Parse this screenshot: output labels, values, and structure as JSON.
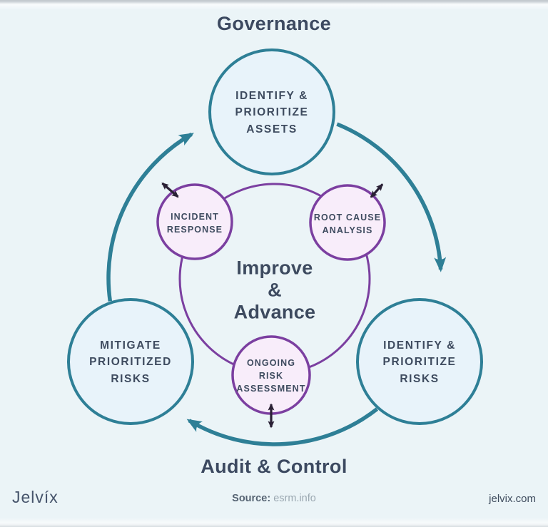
{
  "header": {
    "title": "Governance"
  },
  "bottom_title": "Audit & Control",
  "footer": {
    "logo": "Jelvíx",
    "source_label": "Source:",
    "source_value": "esrm.info",
    "site": "jelvix.com"
  },
  "diagram": {
    "center_label": "Improve\n&\nAdvance",
    "outer_nodes": [
      {
        "id": "identify-prioritize-assets",
        "label": "IDENTIFY &\nPRIORITIZE\nASSETS"
      },
      {
        "id": "identify-prioritize-risks",
        "label": "IDENTIFY &\nPRIORITIZE\nRISKS"
      },
      {
        "id": "mitigate-prioritized-risks",
        "label": "MITIGATE\nPRIORITIZED\nRISKS"
      }
    ],
    "inner_nodes": [
      {
        "id": "incident-response",
        "label": "INCIDENT\nRESPONSE"
      },
      {
        "id": "root-cause-analysis",
        "label": "ROOT CAUSE\nANALYSIS"
      },
      {
        "id": "ongoing-risk-assessment",
        "label": "ONGOING\nRISK\nASSESSMENT"
      }
    ],
    "colors": {
      "background": "#ebf4f7",
      "teal_stroke": "#2e7f96",
      "big_circle_fill": "#e8f3fa",
      "purple_stroke": "#7b3fa0",
      "small_circle_fill": "#f8edfa",
      "text": "#3e4b5f",
      "dark_arrow": "#2a2035"
    }
  }
}
